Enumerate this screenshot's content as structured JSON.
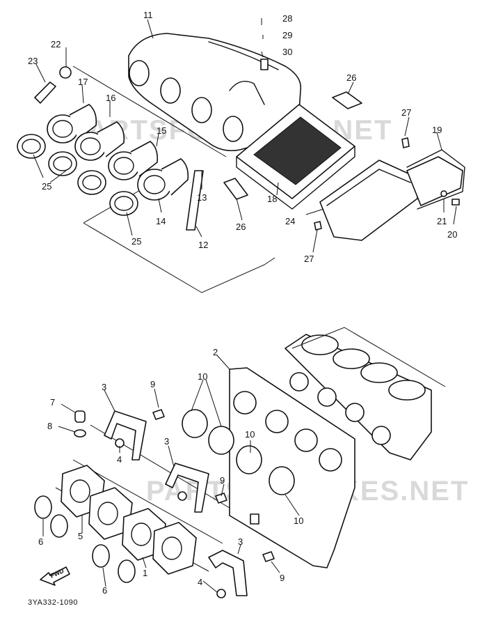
{
  "diagram": {
    "code": "3YA332-1090",
    "watermark_top": "PARTSFORBIKES.NET",
    "watermark_bottom": "PARTSFORBIKES.NET",
    "direction_label": "FWD"
  },
  "callouts": [
    {
      "id": "c11",
      "text": "11"
    },
    {
      "id": "c28",
      "text": "28"
    },
    {
      "id": "c29",
      "text": "29"
    },
    {
      "id": "c30",
      "text": "30"
    },
    {
      "id": "c22",
      "text": "22"
    },
    {
      "id": "c23",
      "text": "23"
    },
    {
      "id": "c17",
      "text": "17"
    },
    {
      "id": "c16",
      "text": "16"
    },
    {
      "id": "c15",
      "text": "15"
    },
    {
      "id": "c26a",
      "text": "26"
    },
    {
      "id": "c27a",
      "text": "27"
    },
    {
      "id": "c19",
      "text": "19"
    },
    {
      "id": "c25a",
      "text": "25"
    },
    {
      "id": "c13",
      "text": "13"
    },
    {
      "id": "c14",
      "text": "14"
    },
    {
      "id": "c26b",
      "text": "26"
    },
    {
      "id": "c18",
      "text": "18"
    },
    {
      "id": "c24",
      "text": "24"
    },
    {
      "id": "c21",
      "text": "21"
    },
    {
      "id": "c20",
      "text": "20"
    },
    {
      "id": "c25b",
      "text": "25"
    },
    {
      "id": "c12",
      "text": "12"
    },
    {
      "id": "c27b",
      "text": "27"
    },
    {
      "id": "c2",
      "text": "2"
    },
    {
      "id": "c10a",
      "text": "10"
    },
    {
      "id": "c3a",
      "text": "3"
    },
    {
      "id": "c9a",
      "text": "9"
    },
    {
      "id": "c7",
      "text": "7"
    },
    {
      "id": "c8",
      "text": "8"
    },
    {
      "id": "c4a",
      "text": "4"
    },
    {
      "id": "c3b",
      "text": "3"
    },
    {
      "id": "c10b",
      "text": "10"
    },
    {
      "id": "c9b",
      "text": "9"
    },
    {
      "id": "c10c",
      "text": "10"
    },
    {
      "id": "c5",
      "text": "5"
    },
    {
      "id": "c6a",
      "text": "6"
    },
    {
      "id": "c1",
      "text": "1"
    },
    {
      "id": "c3c",
      "text": "3"
    },
    {
      "id": "c9c",
      "text": "9"
    },
    {
      "id": "c6b",
      "text": "6"
    },
    {
      "id": "c4b",
      "text": "4"
    }
  ]
}
